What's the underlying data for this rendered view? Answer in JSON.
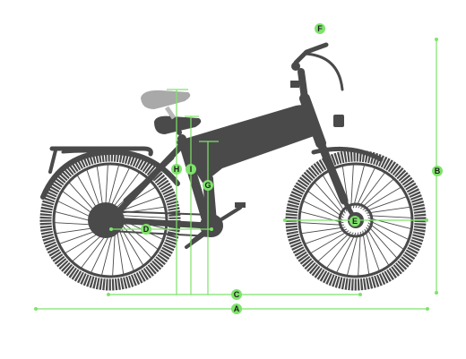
{
  "diagram": {
    "dimension_labels": {
      "A": "A",
      "B": "B",
      "C": "C",
      "D": "D",
      "E": "E",
      "F": "F",
      "G": "G",
      "H": "H",
      "I": "I"
    },
    "colors": {
      "dimension_line": "#7ee36a",
      "bike_silhouette": "#4a4a4a",
      "saddle_raised": "#a9a9a9",
      "background": "#ffffff"
    }
  }
}
